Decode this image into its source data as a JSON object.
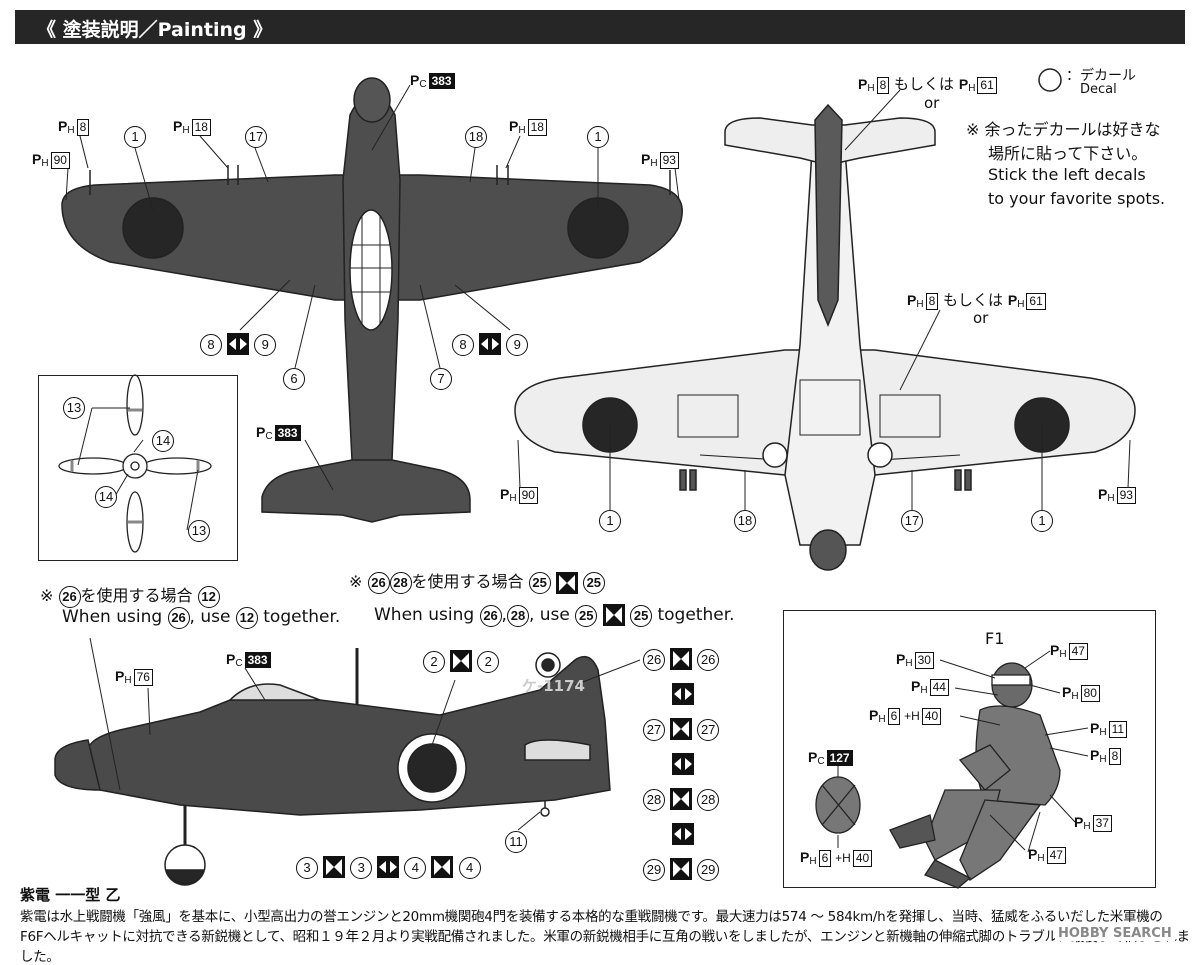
{
  "header": {
    "title": "《 塗装説明／Painting 》"
  },
  "decal_legend": {
    "label_ja": "：デカール",
    "label_en": "Decal"
  },
  "top_view_refs": {
    "pc_top": {
      "code": "C",
      "num": "383"
    },
    "ph_8": {
      "code": "H",
      "num": "8"
    },
    "ph_18_l": {
      "code": "H",
      "num": "18"
    },
    "ph_18_r": {
      "code": "H",
      "num": "18"
    },
    "ph_90": {
      "code": "H",
      "num": "90"
    },
    "ph_93": {
      "code": "H",
      "num": "93"
    },
    "pc_tail": {
      "code": "C",
      "num": "383"
    }
  },
  "top_callouts": {
    "c1l": "1",
    "c17": "17",
    "c18": "18",
    "c1r": "1",
    "c8l": "8",
    "c9l": "9",
    "c6": "6",
    "c7": "7",
    "c8r": "8",
    "c9r": "9"
  },
  "prop_callouts": {
    "a": "13",
    "b": "14",
    "c": "14",
    "d": "13"
  },
  "bottom_view": {
    "ref1_a": {
      "code": "H",
      "num": "8"
    },
    "ref1_or_ja": "もしくは",
    "ref1_b": {
      "code": "H",
      "num": "61"
    },
    "or1": "or",
    "ref2_a": {
      "code": "H",
      "num": "8"
    },
    "ref2_or_ja": "もしくは",
    "ref2_b": {
      "code": "H",
      "num": "61"
    },
    "or2": "or",
    "ph_90": {
      "code": "H",
      "num": "90"
    },
    "ph_93": {
      "code": "H",
      "num": "93"
    },
    "c1l": "1",
    "c18": "18",
    "c17": "17",
    "c1r": "1"
  },
  "notes": {
    "ja1": "※ 余ったデカールは好きな",
    "ja2": "場所に貼って下さい。",
    "en1": "Stick the left decals",
    "en2": "to your favorite spots."
  },
  "side_notes": {
    "left_ja_pre": "※",
    "left_ja_num1": "26",
    "left_ja_mid": "を使用する場合",
    "left_ja_num2": "12",
    "left_en_pre": "When using",
    "left_en_num1": "26",
    "left_en_mid": ", use",
    "left_en_num2": "12",
    "left_en_post": "together.",
    "right_ja_pre": "※",
    "right_ja_n1": "26",
    "right_ja_n2": "28",
    "right_ja_mid": "を使用する場合",
    "right_ja_n3": "25",
    "right_ja_n4": "25",
    "right_en_pre": "When using",
    "right_en_n1": "26",
    "right_en_n2": "28",
    "right_en_mid": ", use",
    "right_en_n3": "25",
    "right_en_n4": "25",
    "right_en_post": "together."
  },
  "side_view": {
    "ph_76": {
      "code": "H",
      "num": "76"
    },
    "pc_383": {
      "code": "C",
      "num": "383"
    },
    "tail_text": "ケ-1174",
    "c2a": "2",
    "c2b": "2",
    "c11": "11",
    "bottom_row": [
      "3",
      "3",
      "4",
      "4"
    ],
    "stack": [
      [
        "26",
        "26"
      ],
      [
        "27",
        "27"
      ],
      [
        "28",
        "28"
      ],
      [
        "29",
        "29"
      ]
    ]
  },
  "pilot": {
    "f1": "F1",
    "ph30": {
      "code": "H",
      "num": "30"
    },
    "ph47a": {
      "code": "H",
      "num": "47"
    },
    "ph44": {
      "code": "H",
      "num": "44"
    },
    "ph80": {
      "code": "H",
      "num": "80"
    },
    "ph6": {
      "code": "H",
      "num": "6"
    },
    "plus_h40": "+H",
    "h40": "40",
    "ph11": {
      "code": "H",
      "num": "11"
    },
    "ph8": {
      "code": "H",
      "num": "8"
    },
    "ph37": {
      "code": "H",
      "num": "37"
    },
    "ph47b": {
      "code": "H",
      "num": "47"
    },
    "pc127": {
      "code": "C",
      "num": "127"
    },
    "ph6b": {
      "code": "H",
      "num": "6"
    },
    "plus_h40b": "+H",
    "h40b": "40"
  },
  "footer": {
    "title": "紫電 一一型 乙",
    "line1": "紫電は水上戦闘機「強風」を基本に、小型高出力の誉エンジンと20mm機関砲4門を装備する本格的な重戦闘機です。最大速力は574 ～ 584km/hを発揮し、当時、猛威をふるいだした米軍機の",
    "line2": "F6Fヘルキャットに対抗できる新鋭機として、昭和１９年２月より実戦配備されました。米軍の新鋭機相手に互角の戦いをしましたが、エンジンと新機軸の伸縮式脚のトラブルに最後まで悩まされました。",
    "watermark": "HOBBY SEARCH"
  },
  "colors": {
    "dark": "#4a4a4a",
    "hinomaru": "#262626",
    "ink": "#111111"
  }
}
